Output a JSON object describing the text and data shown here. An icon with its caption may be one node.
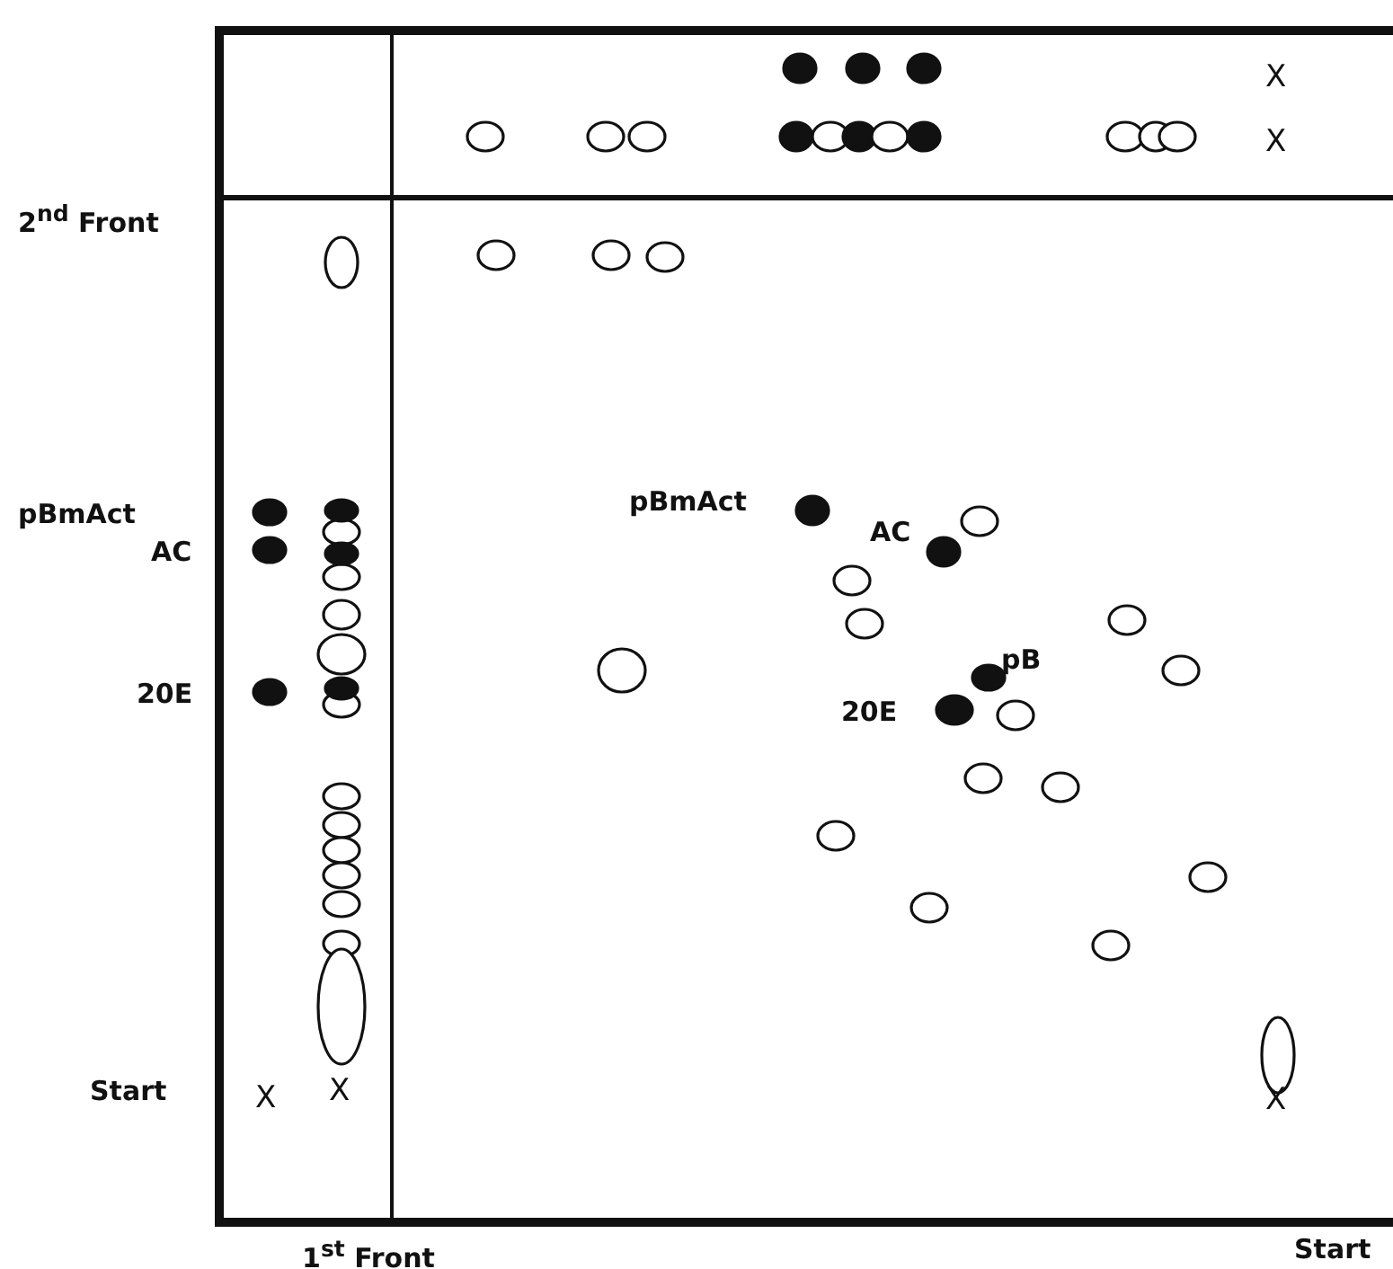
{
  "diagram": {
    "labels": [
      "X",
      "X",
      "2$^{nd}$ Front",
      "pBmAct",
      "pBmAct",
      "AC",
      "AC",
      "pB",
      "20E",
      "20E",
      "Start",
      "X",
      "X",
      "X",
      "1$^{st}$ Front",
      "Start"
    ]
  }
}
